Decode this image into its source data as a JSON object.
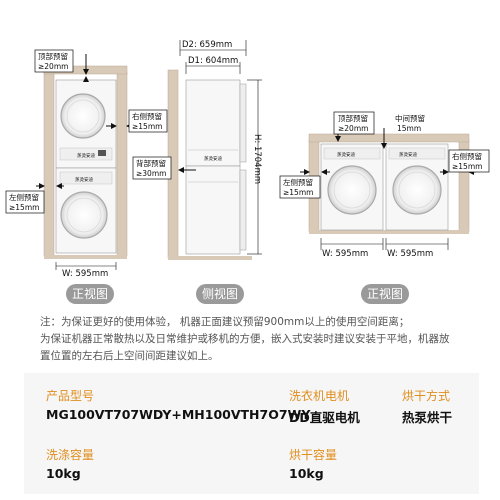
{
  "labels": {
    "d2": "D2: 659mm",
    "d1": "D1: 604mm",
    "height": "H: 1704mm",
    "width_left": "W: 595mm",
    "width_right_a": "W: 595mm",
    "width_right_b": "W: 595mm",
    "top_clearance_line1": "顶部预留",
    "top_clearance_line2": "≥20mm",
    "right_clearance_line1": "右侧预留",
    "right_clearance_line2": "≥15mm",
    "back_clearance_line1": "背部预留",
    "back_clearance_line2": "≥30mm",
    "left_clearance_line1": "左侧预留",
    "left_clearance_line2": "≥15mm",
    "r_top_clearance_line1": "顶部预留",
    "r_top_clearance_line2": "≥20mm",
    "r_middle_clearance_line1": "中间预留",
    "r_middle_clearance_line2": "15mm",
    "r_right_clearance_line1": "右侧预留",
    "r_right_clearance_line2": "≥15mm",
    "r_left_clearance_line1": "左侧预留",
    "r_left_clearance_line2": "≥15mm",
    "panel_text": "蒸烫安迪"
  },
  "views": {
    "front_left": "正视图",
    "side": "侧视图",
    "front_right": "正视图"
  },
  "notes": [
    "注：为保证更好的使用体验， 机器正面建议预留900mm以上的使用空间距离；",
    "为保证机器正常散热以及日常维护或移机的方便，嵌入式安装时建议安装于平地，机器放",
    "置位置的左右后上空间间距建议如上。"
  ],
  "specs": {
    "model_label": "产品型号",
    "model_value": "MG100VT707WDY+MH100VTH7O7WY",
    "motor_label": "洗衣机电机",
    "motor_value": "DD直驱电机",
    "dry_method_label": "烘干方式",
    "dry_method_value": "热泵烘干",
    "wash_capacity_label": "洗涤容量",
    "wash_capacity_value": "10kg",
    "dry_capacity_label": "烘干容量",
    "dry_capacity_value": "10kg"
  },
  "colors": {
    "wall": "#d8cab7",
    "wall_edge": "#b9a892",
    "accent": "#e08e1e",
    "pill": "#9a9a9a"
  }
}
